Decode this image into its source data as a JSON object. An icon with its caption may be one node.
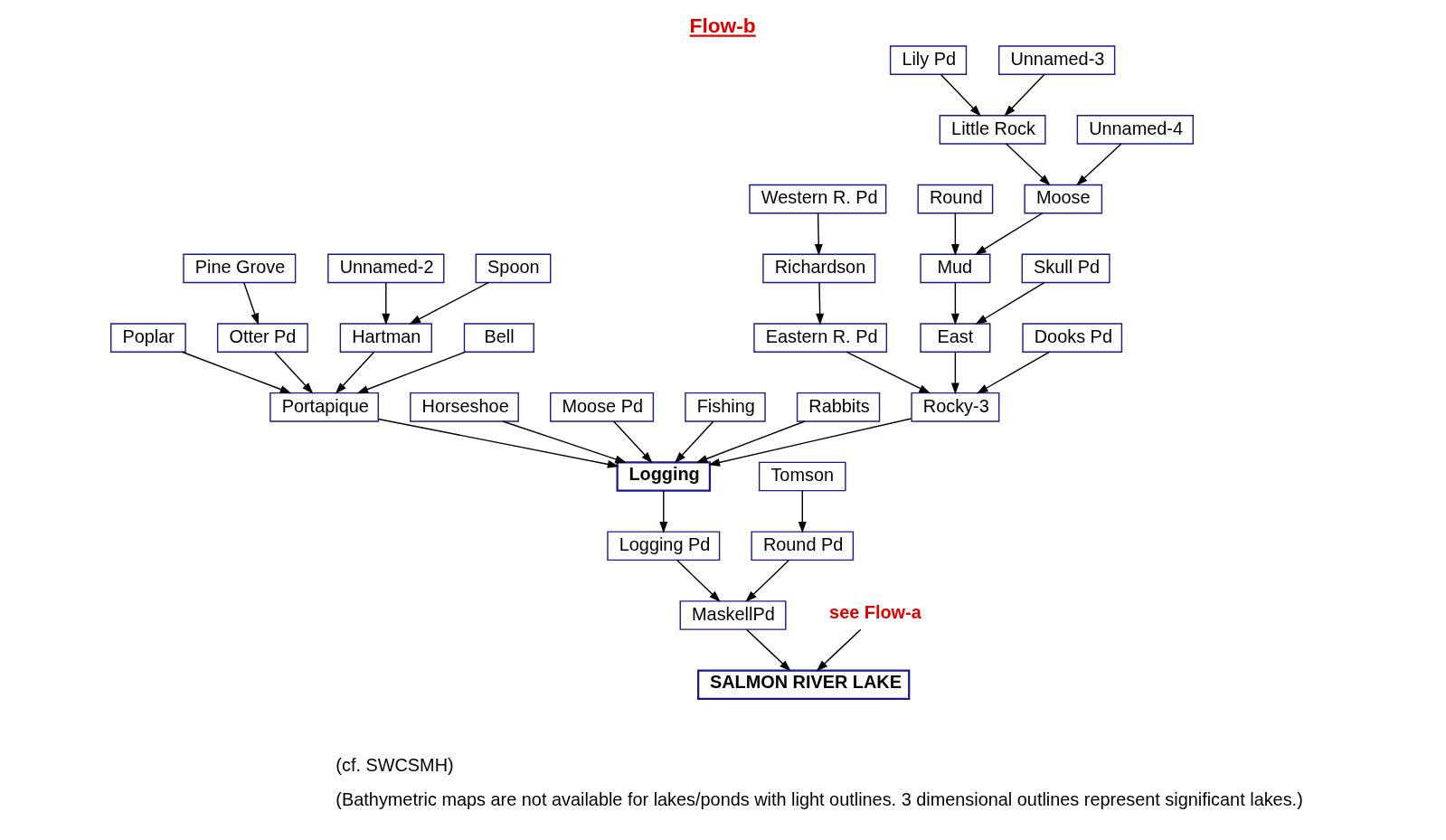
{
  "diagram": {
    "title": "Flow-b",
    "nodes": [
      {
        "text": [
          "Pine Grove"
        ]
      },
      {
        "text": [
          "Otter Pd"
        ]
      },
      {
        "text": [
          "Poplar"
        ]
      },
      {
        "text": [
          "Portapique"
        ]
      },
      {
        "text": [
          "Spoon"
        ]
      },
      {
        "text": [
          "Hartman"
        ]
      },
      {
        "text": [
          "Unnamed-2"
        ]
      },
      {
        "text": [
          "Bell"
        ]
      },
      {
        "text": [
          "Horseshoe"
        ]
      },
      {
        "text": [
          "Moose Pd"
        ]
      },
      {
        "text": [
          "Fishing"
        ]
      },
      {
        "text": [
          "Lily Pd"
        ]
      },
      {
        "text": [
          "Rabbits"
        ]
      },
      {
        "text": [
          "Logging"
        ]
      },
      {
        "text": [
          "Dooks Pd"
        ]
      },
      {
        "text": [
          "Little Rock"
        ]
      },
      {
        "text": [
          "Unnamed-3"
        ]
      },
      {
        "text": [
          "Rocky-3"
        ]
      },
      {
        "text": [
          "Moose"
        ]
      },
      {
        "text": [
          "Unnamed-4"
        ]
      },
      {
        "text": [
          "Logging Pd"
        ]
      },
      {
        "text": [
          "Mud"
        ]
      },
      {
        "text": [
          "Round"
        ]
      },
      {
        "text": [
          "Eastern R. Pd"
        ]
      },
      {
        "text": [
          "East"
        ]
      },
      {
        "text": [
          "Skull Pd"
        ]
      },
      {
        "text": [
          "MaskellPd"
        ]
      },
      {
        "text": [
          "Round Pd"
        ]
      },
      {
        "text": [
          "Richardson"
        ]
      },
      {
        "text": [
          "Western R. Pd"
        ]
      },
      {
        "text": [
          "Tomson"
        ]
      },
      {
        "text": [
          "see Flow-a"
        ]
      },
      {
        "text": [
          "SALMON RIVER LAKE"
        ]
      }
    ],
    "edges": [
      {
        "from": 0,
        "to": 1,
        "arrow": "to"
      },
      {
        "from": 1,
        "to": 3,
        "arrow": "to"
      },
      {
        "from": 2,
        "to": 3,
        "arrow": "to"
      },
      {
        "from": 5,
        "to": 3,
        "arrow": "to"
      },
      {
        "from": 4,
        "to": 5,
        "arrow": "to"
      },
      {
        "from": 6,
        "to": 5,
        "arrow": "to"
      },
      {
        "from": 7,
        "to": 3,
        "arrow": "to"
      },
      {
        "from": 3,
        "to": 13,
        "arrow": "to"
      },
      {
        "from": 8,
        "to": 13,
        "arrow": "to"
      },
      {
        "from": 9,
        "to": 13,
        "arrow": "to"
      },
      {
        "from": 10,
        "to": 13,
        "arrow": "to"
      },
      {
        "from": 12,
        "to": 13,
        "arrow": "to"
      },
      {
        "from": 17,
        "to": 13,
        "arrow": "to"
      },
      {
        "from": 14,
        "to": 17,
        "arrow": "to"
      },
      {
        "from": 23,
        "to": 17,
        "arrow": "to"
      },
      {
        "from": 28,
        "to": 23,
        "arrow": "to"
      },
      {
        "from": 29,
        "to": 28,
        "arrow": "to"
      },
      {
        "from": 24,
        "to": 17,
        "arrow": "to"
      },
      {
        "from": 21,
        "to": 24,
        "arrow": "to"
      },
      {
        "from": 25,
        "to": 24,
        "arrow": "to"
      },
      {
        "from": 22,
        "to": 21,
        "arrow": "to"
      },
      {
        "from": 18,
        "to": 21,
        "arrow": "to"
      },
      {
        "from": 15,
        "to": 18,
        "arrow": "to"
      },
      {
        "from": 11,
        "to": 15,
        "arrow": "to"
      },
      {
        "from": 16,
        "to": 15,
        "arrow": "to"
      },
      {
        "from": 19,
        "to": 18,
        "arrow": "to"
      },
      {
        "from": 13,
        "to": 20,
        "arrow": "to"
      },
      {
        "from": 20,
        "to": 26,
        "arrow": "to"
      },
      {
        "from": 27,
        "to": 26,
        "arrow": "to"
      },
      {
        "from": 30,
        "to": 27,
        "arrow": "to"
      },
      {
        "from": 26,
        "to": 32,
        "arrow": "to"
      },
      {
        "from": 31,
        "to": 32,
        "arrow": "to"
      }
    ],
    "labels": [
      "(cf. SWCSMH)",
      "(Bathymetric maps are not available for lakes/ponds with light outlines. 3 dimensional outlines represent significant lakes.)"
    ]
  }
}
